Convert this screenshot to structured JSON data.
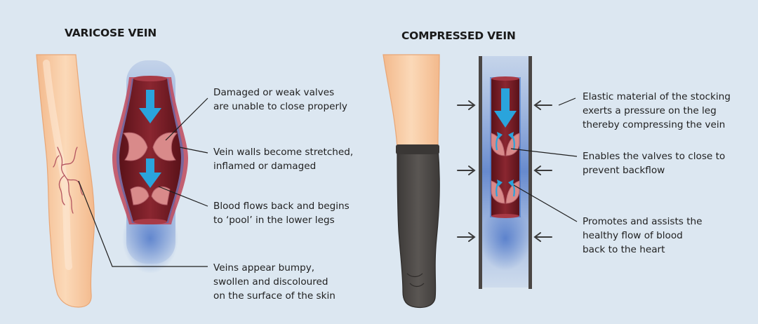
{
  "titles": {
    "left": "VARICOSE VEIN",
    "right": "COMPRESSED VEIN"
  },
  "labels": {
    "damaged_valves": [
      "Damaged or weak valves",
      "are unable to close properly"
    ],
    "vein_walls": [
      "Vein walls become stretched,",
      "inflamed or damaged"
    ],
    "blood_flows": [
      "Blood flows back and begins",
      "to  ‘pool’ in the lower legs"
    ],
    "veins_appear": [
      "Veins appear bumpy,",
      "swollen and discoloured",
      "on the surface of the skin"
    ],
    "elastic_material": [
      "Elastic material of the stocking",
      "exerts a pressure on the leg",
      "thereby compressing the vein"
    ],
    "enables_valves": [
      "Enables the valves to close to",
      "prevent backflow"
    ],
    "promotes_flow": [
      "Promotes and assists the",
      "healthy flow of blood",
      "back to the heart"
    ]
  },
  "colors": {
    "background": "#dce7f1",
    "skin": "#f7c9a0",
    "skin_light": "#fbe3cc",
    "stocking": "#4a4644",
    "vein_dark": "#6e1a22",
    "valve": "#d98a8a",
    "arrow_blue": "#2aa4dc",
    "glow_blue": "#3a6fc4"
  }
}
